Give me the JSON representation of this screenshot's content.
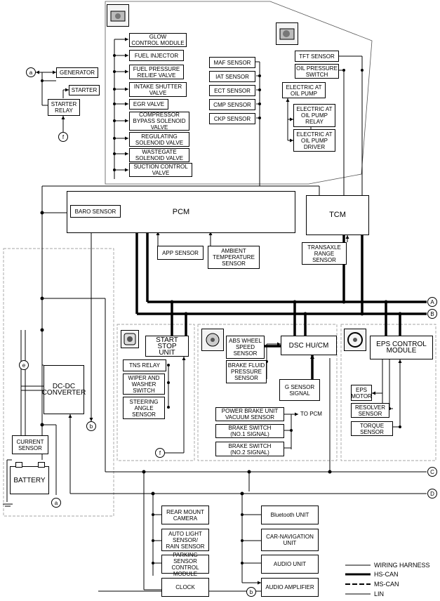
{
  "boxes": {
    "glow": "GLOW\nCONTROL MODULE",
    "fuel_injector": "FUEL INJECTOR",
    "fuel_pressure": "FUEL PRESSURE\nRELIEF VALVE",
    "intake_shutter": "INTAKE SHUTTER\nVALVE",
    "egr": "EGR VALVE",
    "compressor": "COMPRESSOR\nBYPASS SOLENOID\nVALVE",
    "regulating": "REGULATING\nSOLENOID VALVE",
    "wastegate": "WASTEGATE\nSOLENOID VALVE",
    "suction": "SUCTION CONTROL\nVALVE",
    "maf": "MAF SENSOR",
    "iat": "IAT SENSOR",
    "ect": "ECT SENSOR",
    "cmp": "CMP SENSOR",
    "ckp": "CKP SENSOR",
    "generator": "GENERATOR",
    "starter": "STARTER",
    "starter_relay": "STARTER\nRELAY",
    "tft": "TFT SENSOR",
    "oil_pressure": "OIL PRESSURE\nSWITCH",
    "oil_pump": "ELECTRIC AT\nOIL PUMP",
    "oil_pump_relay": "ELECTRIC AT\nOIL PUMP\nRELAY",
    "oil_pump_driver": "ELECTRIC AT\nOIL PUMP\nDRIVER",
    "baro": "BARO SENSOR",
    "pcm": "PCM",
    "tcm": "TCM",
    "app": "APP SENSOR",
    "ambient": "AMBIENT\nTEMPERATURE\nSENSOR",
    "transaxle": "TRANSAXLE\nRANGE\nSENSOR",
    "start_stop": "START STOP\nUNIT",
    "tns": "TNS RELAY",
    "wiper": "WIPER AND\nWASHER\nSWITCH",
    "steering": "STEERING\nANGLE\nSENSOR",
    "abs": "ABS WHEEL\nSPEED\nSENSOR",
    "brake_fluid": "BRAKE FLUID\nPRESSURE\nSENSOR",
    "dsc": "DSC HU/CM",
    "g_sensor": "G SENSOR\nSIGNAL",
    "pbu": "POWER BRAKE UNIT\nVACUUM SENSOR",
    "brake1": "BRAKE SWITCH\n(NO.1 SIGNAL)",
    "brake2": "BRAKE SWITCH\n(NO.2 SIGNAL)",
    "eps": "EPS CONTROL\nMODULE",
    "eps_motor": "EPS\nMOTOR",
    "resolver": "RESOLVER\nSENSOR",
    "torque": "TORQUE\nSENSOR",
    "dcdc": "DC-DC\nCONVERTER",
    "current": "CURRENT\nSENSOR",
    "battery": "BATTERY",
    "rear_camera": "REAR MOUNT\nCAMERA",
    "auto_light": "AUTO LIGHT\nSENSOR/\nRAIN SENSOR",
    "parking": "PARKING SENSOR\nCONTROL MODULE",
    "clock": "CLOCK",
    "bluetooth": "Bluetooth UNIT",
    "car_nav": "CAR-NAVIGATION\nUNIT",
    "audio_unit": "AUDIO UNIT",
    "audio_amp": "AUDIO AMPLIFIER"
  },
  "to_pcm": "TO PCM",
  "connectors": {
    "a": "a",
    "b": "b",
    "e": "e",
    "f": "f",
    "A": "A",
    "B": "B",
    "C": "C",
    "D": "D"
  },
  "legend": {
    "wiring": "WIRING HARNESS",
    "hscan": "HS-CAN",
    "mscan": "MS-CAN",
    "lin": "LIN"
  }
}
